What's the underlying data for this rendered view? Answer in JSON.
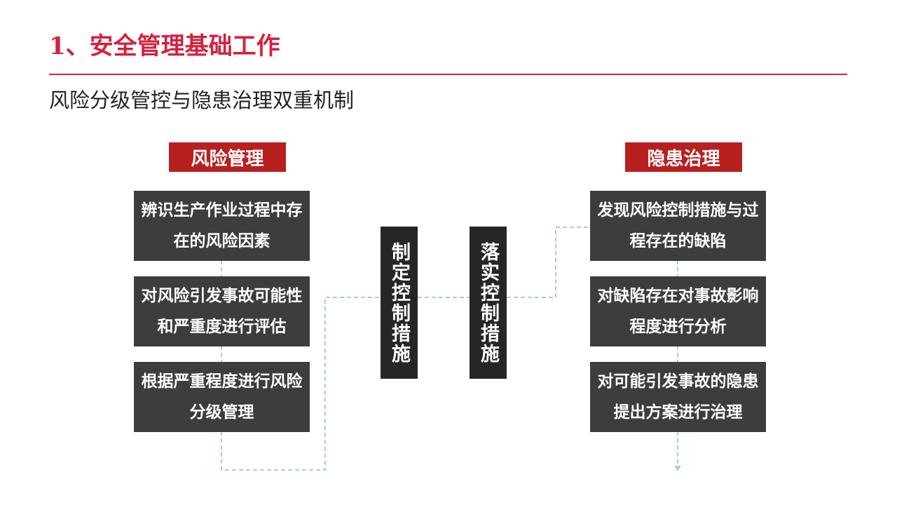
{
  "title": "1、安全管理基础工作",
  "subtitle": "风险分级管控与隐患治理双重机制",
  "left": {
    "header": "风险管理",
    "steps": [
      "辨识生产作业过程中存在的风险因素",
      "对风险引发事故可能性和严重度进行评估",
      "根据严重程度进行风险分级管理"
    ]
  },
  "middle": [
    "制定控制措施",
    "落实控制措施"
  ],
  "right": {
    "header": "隐患治理",
    "steps": [
      "发现风险控制措施与过程存在的缺陷",
      "对缺陷存在对事故影响程度进行分析",
      "对可能引发事故的隐患提出方案进行治理"
    ]
  },
  "colors": {
    "accent": "#d4213d",
    "tag": "#b8201f",
    "box": "#3d3d3d",
    "connector": "#a8d5b5"
  }
}
